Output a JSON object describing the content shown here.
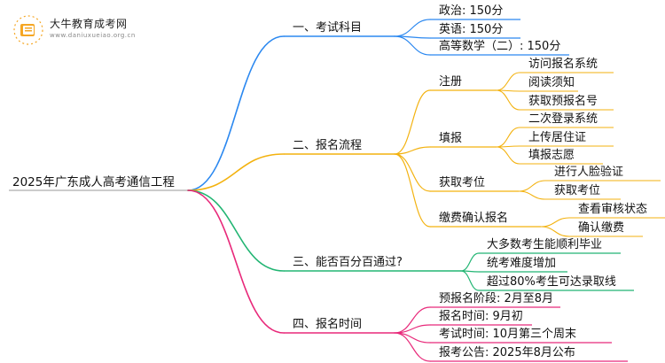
{
  "logo": {
    "name": "大牛教育成考网",
    "url": "www.daniuxueiao.org.cn"
  },
  "root": "2025年广东成人高考通信工程",
  "branches": [
    {
      "label": "一、考试科目",
      "color": "#2b88f0",
      "children": [
        {
          "label": "政治: 150分"
        },
        {
          "label": "英语: 150分"
        },
        {
          "label": "高等数学（二）: 150分"
        }
      ]
    },
    {
      "label": "二、报名流程",
      "color": "#f3b20f",
      "children": [
        {
          "label": "注册",
          "children": [
            "访问报名系统",
            "阅读须知",
            "获取预报名号"
          ]
        },
        {
          "label": "填报",
          "children": [
            "二次登录系统",
            "上传居住证",
            "填报志愿"
          ]
        },
        {
          "label": "获取考位",
          "children": [
            "进行人脸验证",
            "获取考位"
          ]
        },
        {
          "label": "缴费确认报名",
          "children": [
            "查看审核状态",
            "确认缴费"
          ]
        }
      ]
    },
    {
      "label": "三、能否百分百通过?",
      "color": "#22b573",
      "children": [
        {
          "label": "大多数考生能顺利毕业"
        },
        {
          "label": "统考难度增加"
        },
        {
          "label": "超过80%考生可达录取线"
        }
      ]
    },
    {
      "label": "四、报名时间",
      "color": "#e8297a",
      "children": [
        {
          "label": "预报名阶段: 2月至8月"
        },
        {
          "label": "报名时间: 9月初"
        },
        {
          "label": "考试时间: 10月第三个周末"
        },
        {
          "label": "报考公告: 2025年8月公布"
        }
      ]
    }
  ]
}
